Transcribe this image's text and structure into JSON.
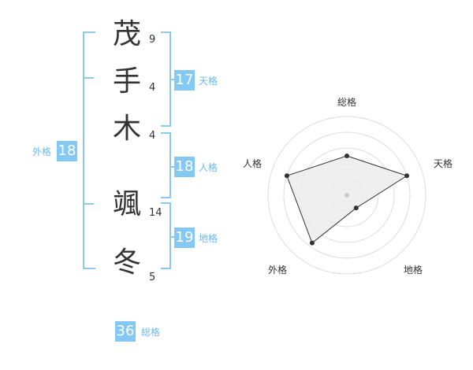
{
  "name_characters": [
    {
      "char": "茂",
      "strokes": "9"
    },
    {
      "char": "手",
      "strokes": "4"
    },
    {
      "char": "木",
      "strokes": "4"
    },
    {
      "char": "颯",
      "strokes": "14"
    },
    {
      "char": "冬",
      "strokes": "5"
    }
  ],
  "scores": {
    "tenkaku": {
      "value": "17",
      "label": "天格"
    },
    "jinkaku": {
      "value": "18",
      "label": "人格"
    },
    "chikaku": {
      "value": "19",
      "label": "地格"
    },
    "gaikaku": {
      "value": "18",
      "label": "外格"
    },
    "soukaku": {
      "value": "36",
      "label": "総格"
    }
  },
  "radar": {
    "axes": [
      "総格",
      "天格",
      "地格",
      "外格",
      "人格"
    ],
    "values": [
      0.5,
      0.8,
      0.2,
      0.75,
      0.8
    ],
    "colors": {
      "fill": "#ececec",
      "stroke": "#333333",
      "rings": "#dddddd",
      "accent": "#84c9f3"
    }
  }
}
